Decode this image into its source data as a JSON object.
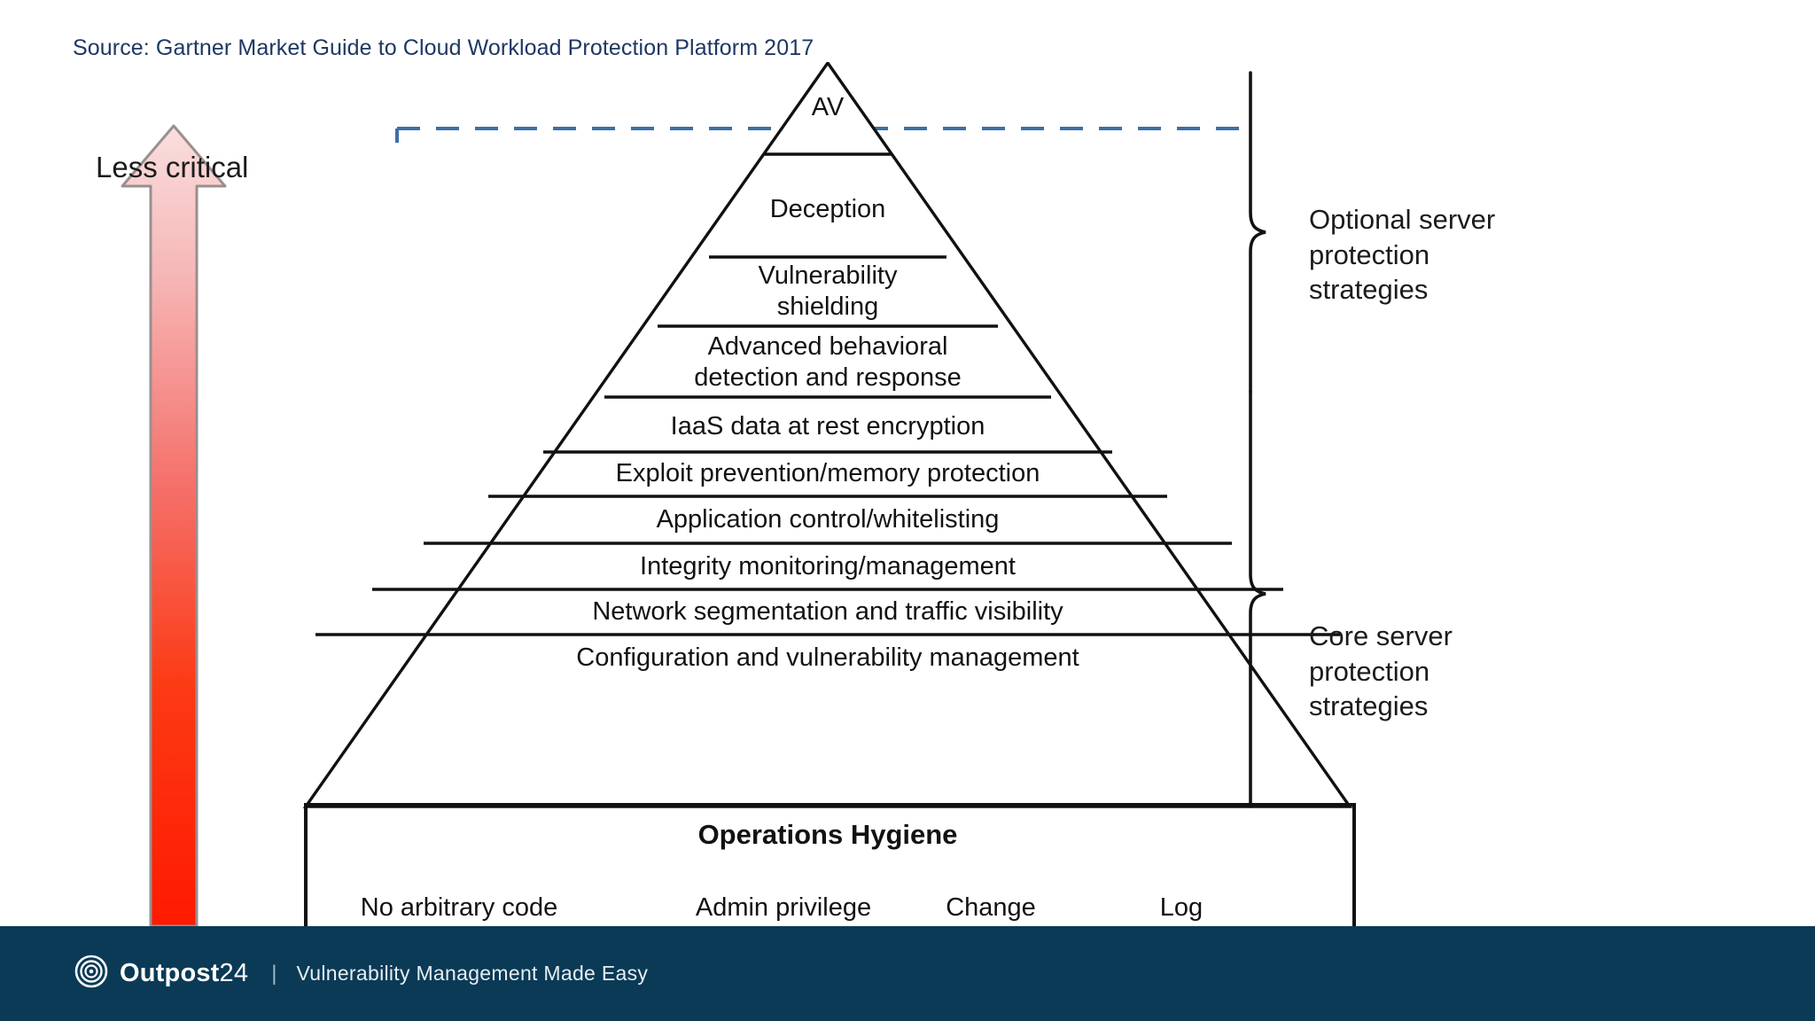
{
  "source": {
    "text": "Source: Gartner  Market Guide to Cloud Workload Protection Platform 2017",
    "color": "#1F3864"
  },
  "axis": {
    "less_critical_label": "Less critical",
    "arrow_top_color": "#F8BFC0",
    "arrow_bottom_color": "#FF1A00",
    "arrow_outline_color": "#9a8f8f"
  },
  "annotations": {
    "dashed_line_color": "#3b6fa8",
    "optional": {
      "line1": "Optional server",
      "line2": "protection",
      "line3": "strategies"
    },
    "core": {
      "line1": "Core server",
      "line2": "protection",
      "line3": "strategies"
    }
  },
  "chart_data": {
    "type": "pyramid",
    "title": "Cloud Workload Protection Platform control hierarchy",
    "orientation": "bottom-is-most-critical",
    "axis_annotation": "Less critical (upward arrow)",
    "tiers": [
      {
        "rank": 1,
        "label": "AV",
        "group": "optional"
      },
      {
        "rank": 2,
        "label": "Deception",
        "group": "optional"
      },
      {
        "rank": 3,
        "label": "Vulnerability shielding",
        "group": "optional"
      },
      {
        "rank": 4,
        "label": "Advanced behavioral detection and response",
        "group": "optional"
      },
      {
        "rank": 5,
        "label": "IaaS data at rest encryption",
        "group": "optional"
      },
      {
        "rank": 6,
        "label": "Exploit prevention/memory protection",
        "group": "core"
      },
      {
        "rank": 7,
        "label": "Application control/whitelisting",
        "group": "core"
      },
      {
        "rank": 8,
        "label": "Integrity monitoring/management",
        "group": "core"
      },
      {
        "rank": 9,
        "label": "Network segmentation and traffic visibility",
        "group": "core"
      },
      {
        "rank": 10,
        "label": "Configuration and vulnerability management",
        "group": "core"
      }
    ],
    "groups": [
      {
        "key": "optional",
        "label": "Optional server protection strategies",
        "tier_ranks": [
          1,
          2,
          3,
          4,
          5
        ]
      },
      {
        "key": "core",
        "label": "Core server protection strategies",
        "tier_ranks": [
          6,
          7,
          8,
          9,
          10
        ]
      }
    ],
    "base": {
      "title": "Operations Hygiene",
      "items": [
        "No arbitrary code",
        "Admin privilege",
        "Change",
        "Log"
      ]
    }
  },
  "pyramid": {
    "tier_1": "AV",
    "tier_2": "Deception",
    "tier_3a": "Vulnerability",
    "tier_3b": "shielding",
    "tier_4a": "Advanced behavioral",
    "tier_4b": "detection and response",
    "tier_5": "IaaS data at rest encryption",
    "tier_6": "Exploit prevention/memory protection",
    "tier_7": "Application control/whitelisting",
    "tier_8": "Integrity monitoring/management",
    "tier_9": "Network segmentation and traffic visibility",
    "tier_10": "Configuration and vulnerability management"
  },
  "base_box": {
    "title": "Operations Hygiene",
    "item_1": "No arbitrary code",
    "item_2": "Admin privilege",
    "item_3": "Change",
    "item_4": "Log"
  },
  "footer": {
    "brand_bold": "Outpost",
    "brand_rest": "24",
    "separator": "|",
    "tagline": "Vulnerability Management Made Easy",
    "background_color": "#0b3a56",
    "logo_icon": "bullseye-target-icon"
  }
}
